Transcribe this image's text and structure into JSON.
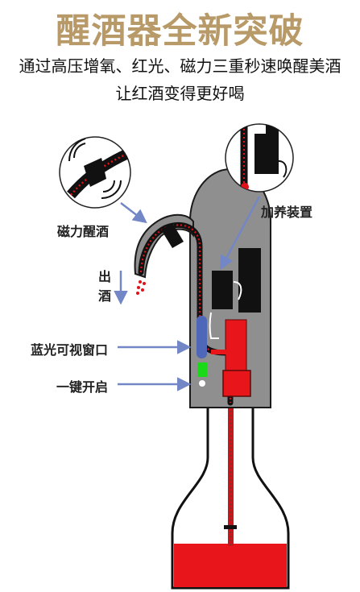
{
  "headline": "醒酒器全新突破",
  "subtitle_line1": "通过高压增氧、红光、磁力三重秒速唤醒美酒",
  "subtitle_line2": "让红酒变得更好喝",
  "labels": {
    "magnetic": "磁力醒酒",
    "nourish": "加养装置",
    "pour_out_1": "出",
    "pour_out_2": "酒",
    "blue_window": "蓝光可视窗口",
    "one_key": "一键开启"
  },
  "colors": {
    "title_gold": "#b89968",
    "device_gray": "#8f8f8f",
    "wine_red": "#e8161b",
    "arrow_blue": "#7387c6",
    "window_blue": "#4f67b9",
    "button_green": "#19d919"
  }
}
